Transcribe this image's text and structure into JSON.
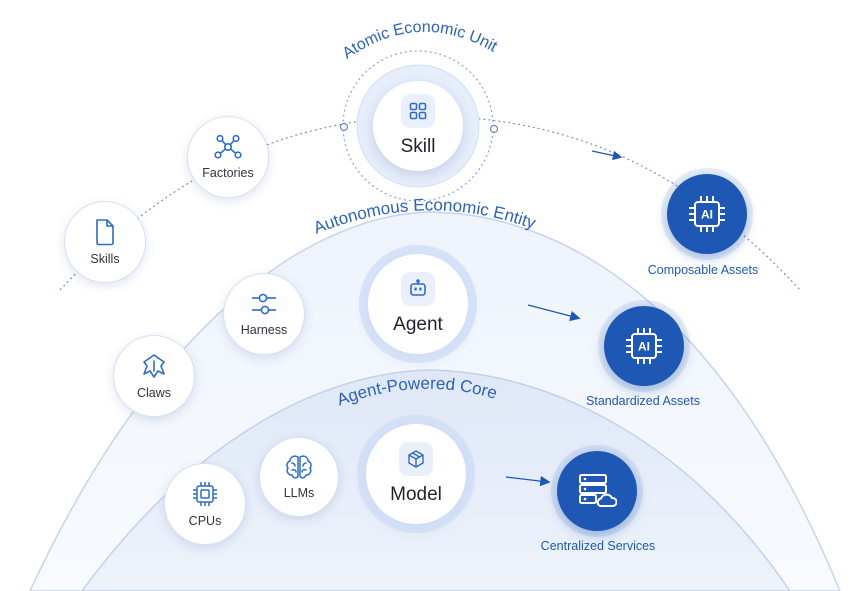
{
  "rings": {
    "top": "Atomic Economic Unit",
    "middle": "Autonomous Economic Entity",
    "bottom": "Agent-Powered Core"
  },
  "centers": {
    "skill": "Skill",
    "agent": "Agent",
    "model": "Model"
  },
  "nodes": {
    "skills": "Skills",
    "factories": "Factories",
    "harness": "Harness",
    "claws": "Claws",
    "llms": "LLMs",
    "cpus": "CPUs"
  },
  "assets": {
    "composable": {
      "badge": "AI",
      "label": "Composable Assets"
    },
    "standardized": {
      "badge": "AI",
      "label": "Standardized Assets"
    },
    "centralized": {
      "label": "Centralized Services"
    }
  },
  "colors": {
    "accent": "#1f58b4",
    "ring_text": "#2d62b8",
    "band_fill": "#eaf1fb"
  }
}
